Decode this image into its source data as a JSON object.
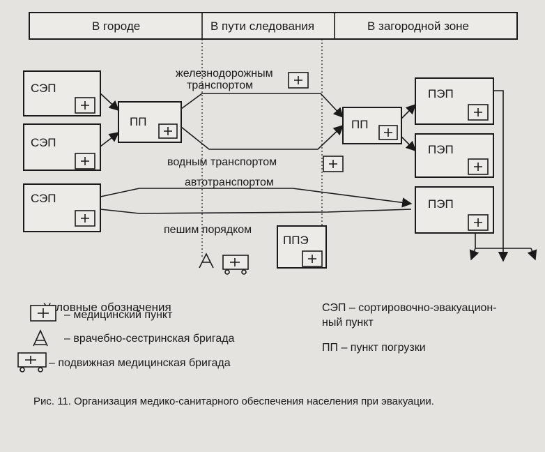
{
  "zones": {
    "city": "В городе",
    "route": "В пути следования",
    "suburban": "В загородной зоне"
  },
  "nodes": {
    "sep": "СЭП",
    "pp": "ПП",
    "pep": "ПЭП",
    "ppe": "ППЭ"
  },
  "routes": {
    "rail_line1": "железнодорожным",
    "rail_line2": "транспортом",
    "water": "водным транспортом",
    "auto": "автотранспортом",
    "foot": "пешим порядком"
  },
  "legend": {
    "title": "Условные обозначения",
    "med_point": "– медицинский пункт",
    "brigade": "– врачебно-сестринская бригада",
    "mobile_brigade": "– подвижная медицинская бригада",
    "sep_def_line1": "СЭП  –  сортировочно-эвакуацион-",
    "sep_def_line2": "ный пункт",
    "pp_def": "ПП – пункт погрузки"
  },
  "caption": "Рис. 11. Организация медико-санитарного обеспечения населения при эвакуации.",
  "colors": {
    "ink": "#1a1a1a",
    "paper": "#e4e3df"
  }
}
